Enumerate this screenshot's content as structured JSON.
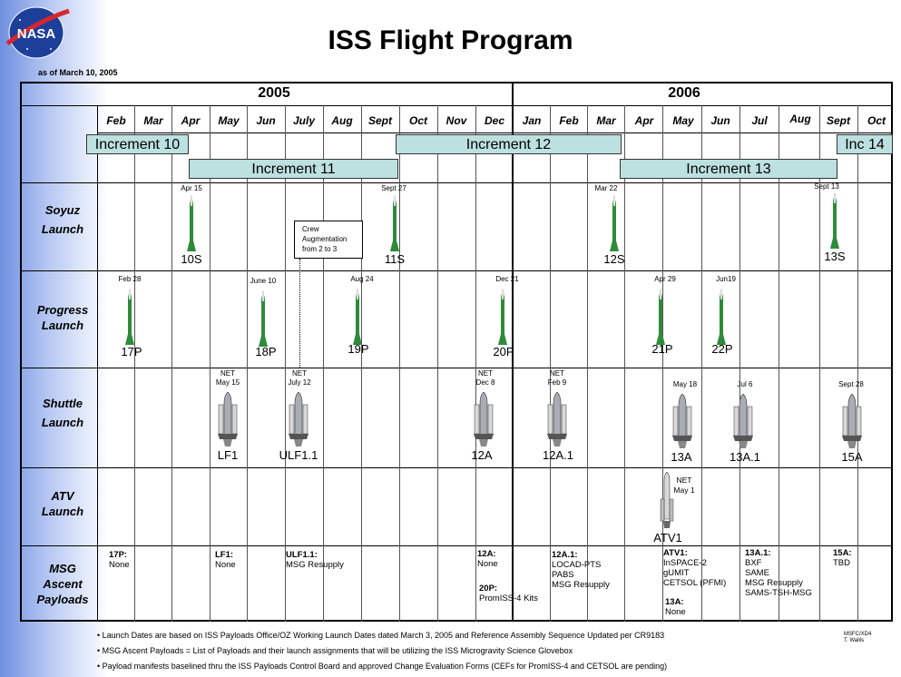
{
  "title": "ISS Flight Program",
  "as_of": "as of March 10, 2005",
  "logo_text": "NASA",
  "years": [
    "2005",
    "2006"
  ],
  "months": [
    "Feb",
    "Mar",
    "Apr",
    "May",
    "Jun",
    "July",
    "Aug",
    "Sept",
    "Oct",
    "Nov",
    "Dec",
    "Jan",
    "Feb",
    "Mar",
    "Apr",
    "May",
    "Jun",
    "Jul",
    "Aug",
    "Sept",
    "Oct"
  ],
  "increments": [
    "Increment 10",
    "Increment  11",
    "Increment 12",
    "Increment 13",
    "Inc 14"
  ],
  "row_labels": {
    "soyuz": [
      "Soyuz",
      "Launch"
    ],
    "progress": [
      "Progress",
      "Launch"
    ],
    "shuttle": [
      "Shuttle",
      "Launch"
    ],
    "atv": [
      "ATV",
      "Launch"
    ],
    "msg": [
      "MSG",
      "Ascent",
      "Payloads"
    ]
  },
  "soyuz": [
    {
      "date": "Apr 15",
      "flight": "10S"
    },
    {
      "date": "Sept 27",
      "flight": "11S"
    },
    {
      "date": "Mar 22",
      "flight": "12S"
    },
    {
      "date": "Sept 13",
      "flight": "13S"
    }
  ],
  "crew_note": [
    "Crew",
    "Augmentation",
    "from 2 to 3"
  ],
  "progress": [
    {
      "date": "Feb 28",
      "flight": "17P"
    },
    {
      "date": "June 10",
      "flight": "18P"
    },
    {
      "date": "Aug 24",
      "flight": "19P"
    },
    {
      "date": "Dec 21",
      "flight": "20P"
    },
    {
      "date": "Apr 29",
      "flight": "21P"
    },
    {
      "date": "Jun19",
      "flight": "22P"
    }
  ],
  "shuttle": [
    {
      "date": [
        "NET",
        "May 15"
      ],
      "flight": "LF1"
    },
    {
      "date": [
        "NET",
        "July 12"
      ],
      "flight": "ULF1.1"
    },
    {
      "date": [
        "NET",
        "Dec 8"
      ],
      "flight": "12A"
    },
    {
      "date": [
        "NET",
        "Feb 9"
      ],
      "flight": "12A.1"
    },
    {
      "date": [
        "May 18"
      ],
      "flight": "13A"
    },
    {
      "date": [
        "Jul 6"
      ],
      "flight": "13A.1"
    },
    {
      "date": [
        "Sept 28"
      ],
      "flight": "15A"
    }
  ],
  "atv": {
    "date": [
      "NET",
      "May 1"
    ],
    "flight": "ATV1"
  },
  "payloads": [
    {
      "flight": "17P:",
      "items": [
        "None"
      ]
    },
    {
      "flight": "LF1:",
      "items": [
        "None"
      ]
    },
    {
      "flight": "ULF1.1:",
      "items": [
        "MSG Resupply"
      ]
    },
    {
      "flight": "12A:",
      "items": [
        "None"
      ]
    },
    {
      "flight": "20P:",
      "items": [
        "PromISS-4 Kits"
      ]
    },
    {
      "flight": "12A.1:",
      "items": [
        "LOCAD-PTS",
        "PABS",
        "MSG Resupply"
      ]
    },
    {
      "flight": "ATV1:",
      "items": [
        "InSPACE-2",
        "gUMIT",
        "CETSOL (PFMI)"
      ]
    },
    {
      "flight": "13A:",
      "items": [
        "None"
      ]
    },
    {
      "flight": "13A.1:",
      "items": [
        "BXF",
        "SAME",
        "MSG Resupply",
        "SAMS-TSH-MSG"
      ]
    },
    {
      "flight": "15A:",
      "items": [
        "TBD"
      ]
    }
  ],
  "notes": [
    "• Launch Dates are based on ISS Payloads Office/OZ Working Launch Dates dated March 3, 2005 and Reference Assembly Sequence Updated per CR9183",
    "• MSG Ascent Payloads = List of Payloads and their launch assignments that will be utilizing the ISS Microgravity Science Glovebox",
    "• Payload manifests baselined thru the ISS Payloads Control Board and approved Change Evaluation Forms (CEFs for PromISS-4 and CETSOL are pending)"
  ],
  "signature": [
    "MSFC/XD4",
    "T. Wallis"
  ],
  "colors": {
    "increment_fill": "#bde0e0",
    "rocket_green": "#2e8b3a",
    "background_gradient": "#6f8fe0"
  }
}
